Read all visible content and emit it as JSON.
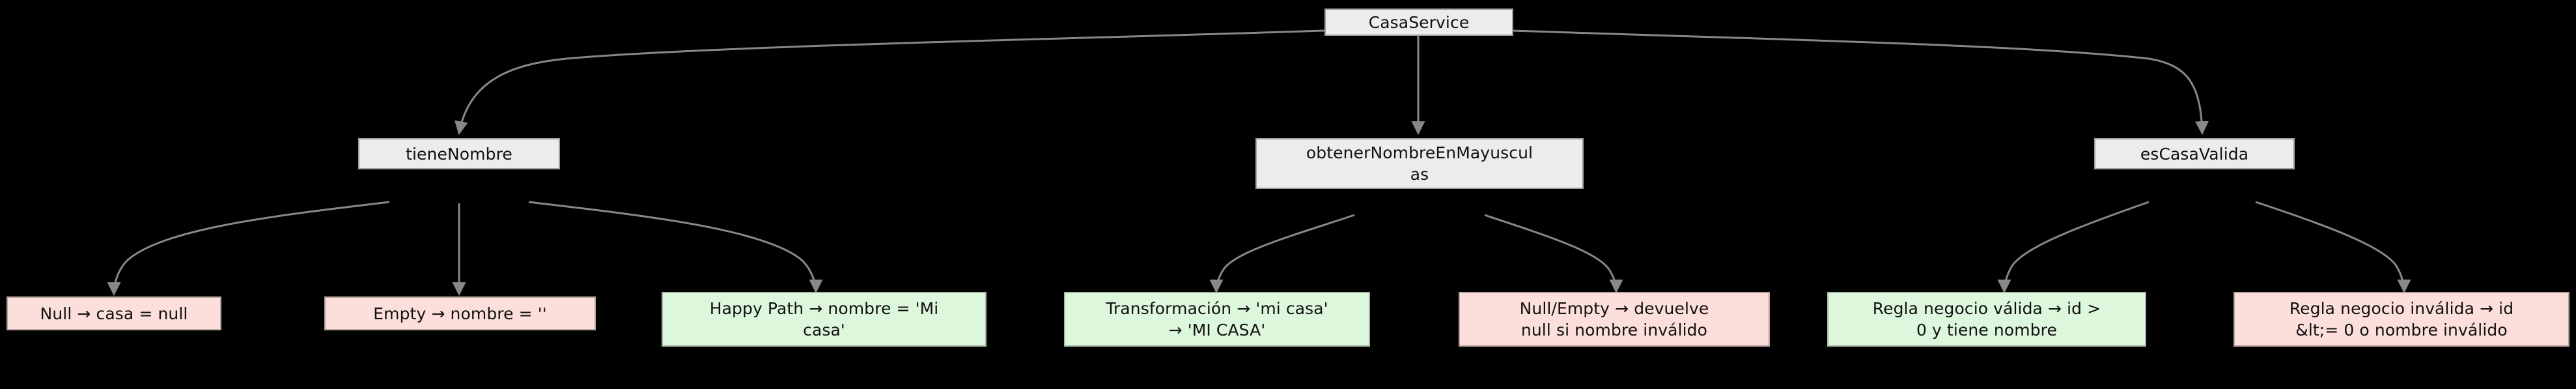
{
  "diagram": {
    "title": "CasaService test case flowchart",
    "background_color": "#000000",
    "edge_color": "#888888",
    "colors": {
      "default_fill": "#ececec",
      "default_stroke": "#9e9e9e",
      "success_fill": "#ddf7dd",
      "success_stroke": "#a8b8a8",
      "error_fill": "#fcdfdb",
      "error_stroke": "#b8a4a1",
      "text": "#111111"
    },
    "root": {
      "id": "casa-service",
      "label": "CasaService",
      "style": "default"
    },
    "methods": [
      {
        "id": "tiene-nombre",
        "label": "tieneNombre",
        "style": "default"
      },
      {
        "id": "obtener-nombre-en-mayusculas",
        "label": "obtenerNombreEnMayuscul\nas",
        "style": "default"
      },
      {
        "id": "es-casa-valida",
        "label": "esCasaValida",
        "style": "default"
      }
    ],
    "cases": [
      {
        "id": "case-null-casa",
        "label": "Null → casa = null",
        "style": "error",
        "parent": "tiene-nombre"
      },
      {
        "id": "case-empty-nombre",
        "label": "Empty → nombre = ''",
        "style": "error",
        "parent": "tiene-nombre"
      },
      {
        "id": "case-happy-path",
        "label": "Happy Path → nombre = 'Mi\ncasa'",
        "style": "success",
        "parent": "tiene-nombre"
      },
      {
        "id": "case-transformacion",
        "label": "Transformación → 'mi casa'\n→ 'MI CASA'",
        "style": "success",
        "parent": "obtener-nombre-en-mayusculas"
      },
      {
        "id": "case-null-empty-devuelve-null",
        "label": "Null/Empty → devuelve\nnull si nombre inválido",
        "style": "error",
        "parent": "obtener-nombre-en-mayusculas"
      },
      {
        "id": "case-regla-negocio-valida",
        "label": "Regla negocio válida → id >\n0 y tiene nombre",
        "style": "success",
        "parent": "es-casa-valida"
      },
      {
        "id": "case-regla-negocio-invalida",
        "label": "Regla negocio inválida → id\n&lt;= 0 o nombre inválido",
        "style": "error",
        "parent": "es-casa-valida"
      }
    ]
  }
}
